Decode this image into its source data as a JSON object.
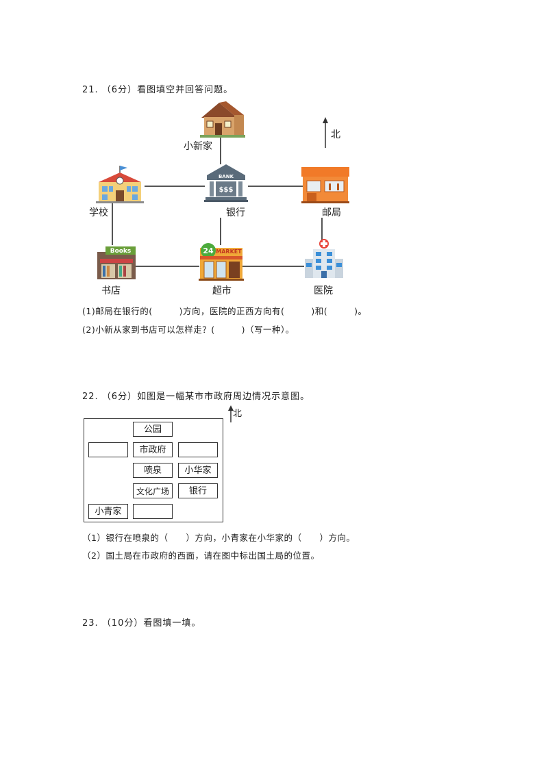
{
  "q21": {
    "title": "21. （6分）看图填空并回答问题。",
    "north": "北",
    "places": {
      "home": "小新家",
      "school": "学校",
      "bank": "银行",
      "post": "邮局",
      "bookstore": "书店",
      "supermarket": "超市",
      "hospital": "医院"
    },
    "icon_text": {
      "bank_sign": "BANK",
      "bank_money": "$$$",
      "books_sign": "Books",
      "market_num": "24",
      "market_sign": "MARKET"
    },
    "sub1": "(1)邮局在银行的(　　　)方向，医院的正西方向有(　　　)和(　　　)。",
    "sub2": "(2)小新从家到书店可以怎样走？(　　　)（写一种）。"
  },
  "q22": {
    "title": "22. （6分）如图是一幅某市市政府周边情况示意图。",
    "north": "北",
    "cells": {
      "park": "公园",
      "city_hall": "市政府",
      "fountain": "喷泉",
      "xiaohua_home": "小华家",
      "culture_square": "文化广场",
      "bank": "银行",
      "xiaoqing_home": "小青家"
    },
    "sub1": "（1）银行在喷泉的（　　）方向，小青家在小华家的（　　）方向。",
    "sub2": "（2）国土局在市政府的西面，请在图中标出国土局的位置。"
  },
  "q23": {
    "title": "23. （10分）看图填一填。"
  }
}
